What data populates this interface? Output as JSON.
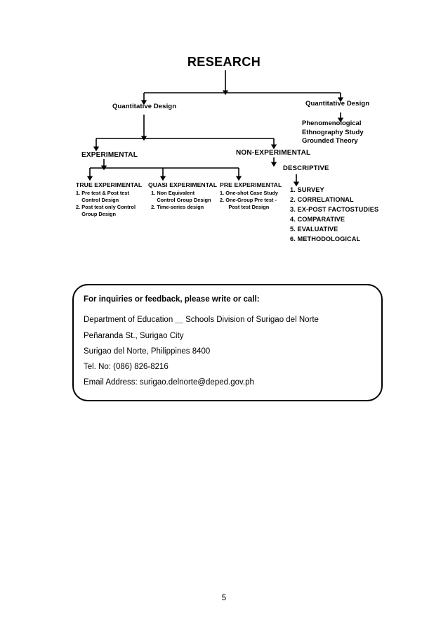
{
  "document": {
    "page_number": "5"
  },
  "diagram": {
    "root": "RESEARCH",
    "branch_left_label": "Quantitative Design",
    "branch_right_label": "Quantitative Design",
    "qualitative_methods": [
      "Phenomenological",
      "Ethnography Study",
      "Grounded Theory"
    ],
    "experimental_label": "EXPERIMENTAL",
    "non_experimental_label": "NON-EXPERIMENTAL",
    "descriptive_label": "DESCRIPTIVE",
    "columns": [
      {
        "head": "TRUE EXPERIMENTAL",
        "items": [
          "1. Pre test & Post test",
          "    Control Design",
          "2. Post test only Control",
          "    Group Design"
        ]
      },
      {
        "head": "QUASI EXPERIMENTAL",
        "items": [
          "  1. Non Equivalent",
          "      Control Group Design",
          "  2. Time-series design"
        ]
      },
      {
        "head": "PRE EXPERIMENTAL",
        "items": [
          "1. One-shot Case Study",
          "2. One-Group Pre test -",
          "      Post test Design"
        ]
      }
    ],
    "descriptive_types": [
      "1. SURVEY",
      "2. CORRELATIONAL",
      "3. EX-POST FACTOSTUDIES",
      "4. COMPARATIVE",
      "5. EVALUATIVE",
      "6. METHODOLOGICAL"
    ]
  },
  "contact": {
    "heading": "For inquiries or feedback, please write or call:",
    "lines": [
      "Department of Education ＿ Schools Division of Surigao del Norte",
      "Peñaranda St., Surigao City",
      "Surigao del Norte, Philippines 8400",
      "Tel. No: (086) 826-8216",
      "Email Address: surigao.delnorte@deped.gov.ph"
    ]
  },
  "colors": {
    "ink": "#000000",
    "paper": "#ffffff"
  }
}
